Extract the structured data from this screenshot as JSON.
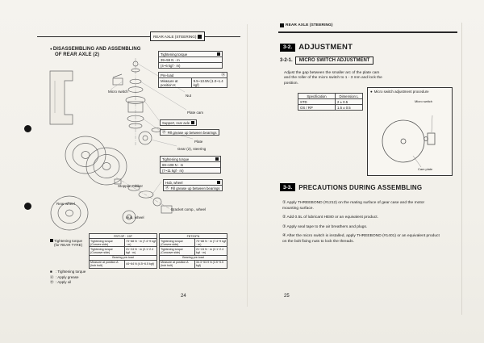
{
  "symbols": {
    "bullet": "●",
    "square": "■",
    "circle_a": "Ⓐ",
    "circle_o": "Ⓞ"
  },
  "lp": {
    "header_tab": "REAR AXLE (STEERING)",
    "title1": "DISASSEMBLING AND ASSEMBLING",
    "title2": "OF REAR AXLE (2)",
    "tq_top_label": "Tightening torque",
    "tq_top_v1": "39~59 N · m",
    "tq_top_v2": "(4~6 kgf · m)",
    "preload_label": "Pre-load",
    "preload_row_label": "Measure at position K",
    "preload_row_value": "9.5~13.5N (1.0~1.4 kgf)",
    "nut": "Nut",
    "micro_switch": "Micro switch",
    "plate_cam": "Plate cam",
    "support": "Support, rear axle",
    "grease1": "Fill grease up between bearings",
    "plate": "Plate",
    "gear": "Gear (2), steering",
    "tq_mid_label": "Tightening torque",
    "tq_mid_v1": "69~108 N · m",
    "tq_mid_v2": "(7~11 kgf · m)",
    "hub_box": "Hub, wheel",
    "grease2": "Fill grease up between bearings",
    "stopper": "Stopper, rubber",
    "bracket": "Bracket comp., wheel",
    "rear_wheel": "Rear wheel",
    "hub_plain": "Hub, wheel",
    "tyre_note1": "Tightening torque",
    "tyre_note2": "(for REAR TYRE)",
    "t1_header": "FBT13P · 15P",
    "t2_header": "FBT20PN",
    "convex_label": "Tightening torque (Convex side)",
    "convex_v1": "73~88 N · m (7.4~9 kgf · m)",
    "convex_v2": "73~88 N · m (7.4~9 kgf · m)",
    "concave_label": "Tightening torque (Concave side)",
    "concave_v1": "21~24 N · m (2.1~2.4 kgf · m)",
    "concave_v2": "21~24 N · m (2.1~2.4 kgf · m)",
    "preload_span": "Bearing pre-load",
    "measure_label": "Measure at position A (hub bolt)",
    "measure_v1": "44~64 N (4.5~6.5 kgf)",
    "measure_v2": "34.3~53.9 N (3.5~5.5 kgf)",
    "legend": [
      {
        "sym": "■",
        "txt": ": Tightening torque"
      },
      {
        "sym": "Ⓐ",
        "txt": ": Apply grease"
      },
      {
        "sym": "Ⓞ",
        "txt": ": Apply oil"
      }
    ],
    "page_no": "24"
  },
  "rp": {
    "header": "REAR AXLE (STEERING)",
    "s1_num": "3-2.",
    "s1_title": "ADJUSTMENT",
    "s1_sub_num": "3-2-1.",
    "s1_sub_title": "MICRO SWITCH ADJUSTMENT",
    "s1_body": "Adjust the gap between the smaller arc of the plate cam and the roller of the micro switch to 1 - 3 mm and lock the position.",
    "tbl_h1": "Specification",
    "tbl_h2": "Dimension L",
    "tbl_r1c1": "STD",
    "tbl_r1c2": "2 ± 0.5",
    "tbl_r2c1": "OS / RP",
    "tbl_r2c2": "1.5 ± 0.5",
    "fig_title": "Micro switch adjustment procedure",
    "fig_label1": "Micro switch",
    "fig_label2": "Cam plate",
    "s2_num": "3-3.",
    "s2_title": "PRECAUTIONS DURING ASSEMBLING",
    "items": [
      "① Apply THREEBOND (#1212) on the mating surface of gear case and the motor mounting surface.",
      "② Add 0.5L of lubricant HE80 or an equivalent product.",
      "③ Apply seal tape to the air breathers and plugs.",
      "④ After the micro switch is installed, apply THREEBOND (#1401) or an equivalent product on the bolt fixing nuts to lock the threads."
    ],
    "page_no": "25"
  }
}
